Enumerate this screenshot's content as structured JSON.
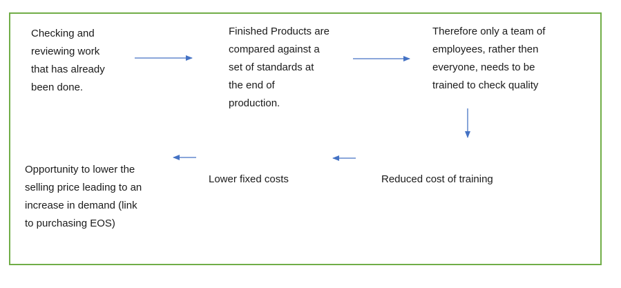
{
  "diagram": {
    "border_color": "#70ad47",
    "arrow_color": "#4472c4",
    "nodes": [
      {
        "id": "checking",
        "text": "Checking and\nreviewing work\nthat has already\nbeen done."
      },
      {
        "id": "finished",
        "text": "Finished Products are\ncompared against a\nset of standards at\nthe end of\nproduction."
      },
      {
        "id": "team",
        "text": "Therefore only a team of\nemployees, rather then\neveryone, needs to be\ntrained to check quality"
      },
      {
        "id": "training",
        "text": "Reduced cost of training"
      },
      {
        "id": "fixed",
        "text": "Lower fixed costs"
      },
      {
        "id": "price",
        "text": "Opportunity to lower the\nselling price leading to an\nincrease in demand (link\nto purchasing EOS)"
      }
    ],
    "edges": [
      {
        "from": "checking",
        "to": "finished"
      },
      {
        "from": "finished",
        "to": "team"
      },
      {
        "from": "team",
        "to": "training"
      },
      {
        "from": "training",
        "to": "fixed"
      },
      {
        "from": "fixed",
        "to": "price"
      }
    ]
  }
}
